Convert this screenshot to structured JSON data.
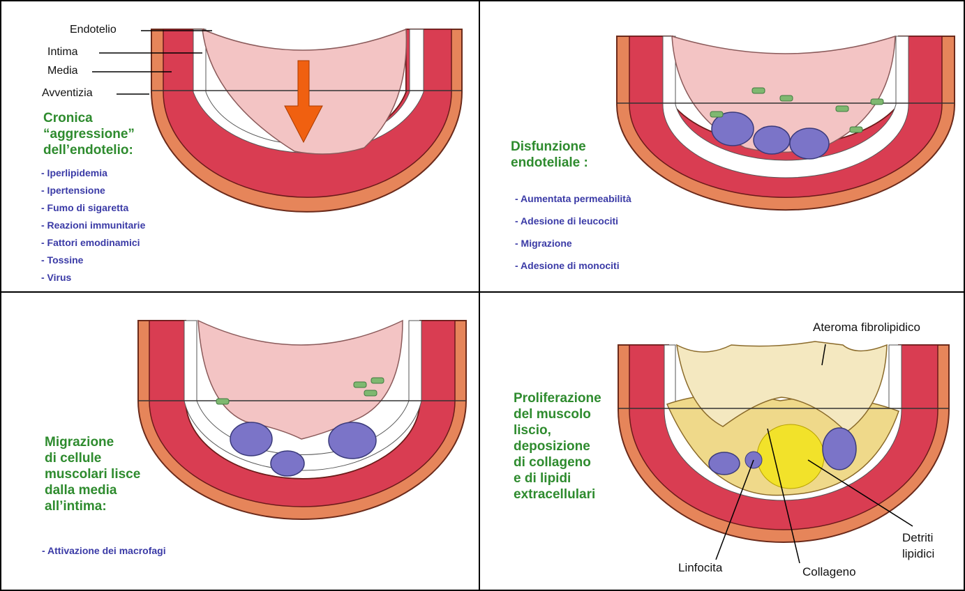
{
  "colors": {
    "heading_green": "#2e8b2e",
    "list_blue": "#3a3aa6",
    "adventitia": "#e6855a",
    "media": "#d93d52",
    "lumen": "#f3c4c4",
    "cell_purple": "#7b74c8",
    "lipid_yellow": "#f2e22a",
    "arrow_orange": "#f06010"
  },
  "panel1": {
    "labels": [
      "Endotelio",
      "Intima",
      "Media",
      "Avventizia"
    ],
    "heading": [
      "Cronica",
      "“aggressione”",
      "dell’endotelio:"
    ],
    "items": [
      "- Iperlipidemia",
      "- Ipertensione",
      "- Fumo di sigaretta",
      "- Reazioni immunitarie",
      "- Fattori emodinamici",
      "- Tossine",
      "- Virus"
    ]
  },
  "panel2": {
    "heading": [
      "Disfunzione",
      "endoteliale :"
    ],
    "items": [
      "- Aumentata permeabilità",
      "- Adesione di leucociti",
      "- Migrazione",
      "- Adesione di monociti"
    ]
  },
  "panel3": {
    "heading": [
      "Migrazione",
      "di cellule",
      "muscolari lisce",
      "dalla media",
      "all’intima:"
    ],
    "items": [
      "- Attivazione dei macrofagi"
    ]
  },
  "panel4": {
    "heading": [
      "Proliferazione",
      "del muscolo",
      "liscio,",
      "deposizione",
      "di collageno",
      "e di lipidi",
      "extracellulari"
    ],
    "labels": {
      "atheroma": "Ateroma fibrolipidico",
      "lymphocyte": "Linfocita",
      "collagen": "Collageno",
      "debris": [
        "Detriti",
        "lipidici"
      ]
    }
  }
}
